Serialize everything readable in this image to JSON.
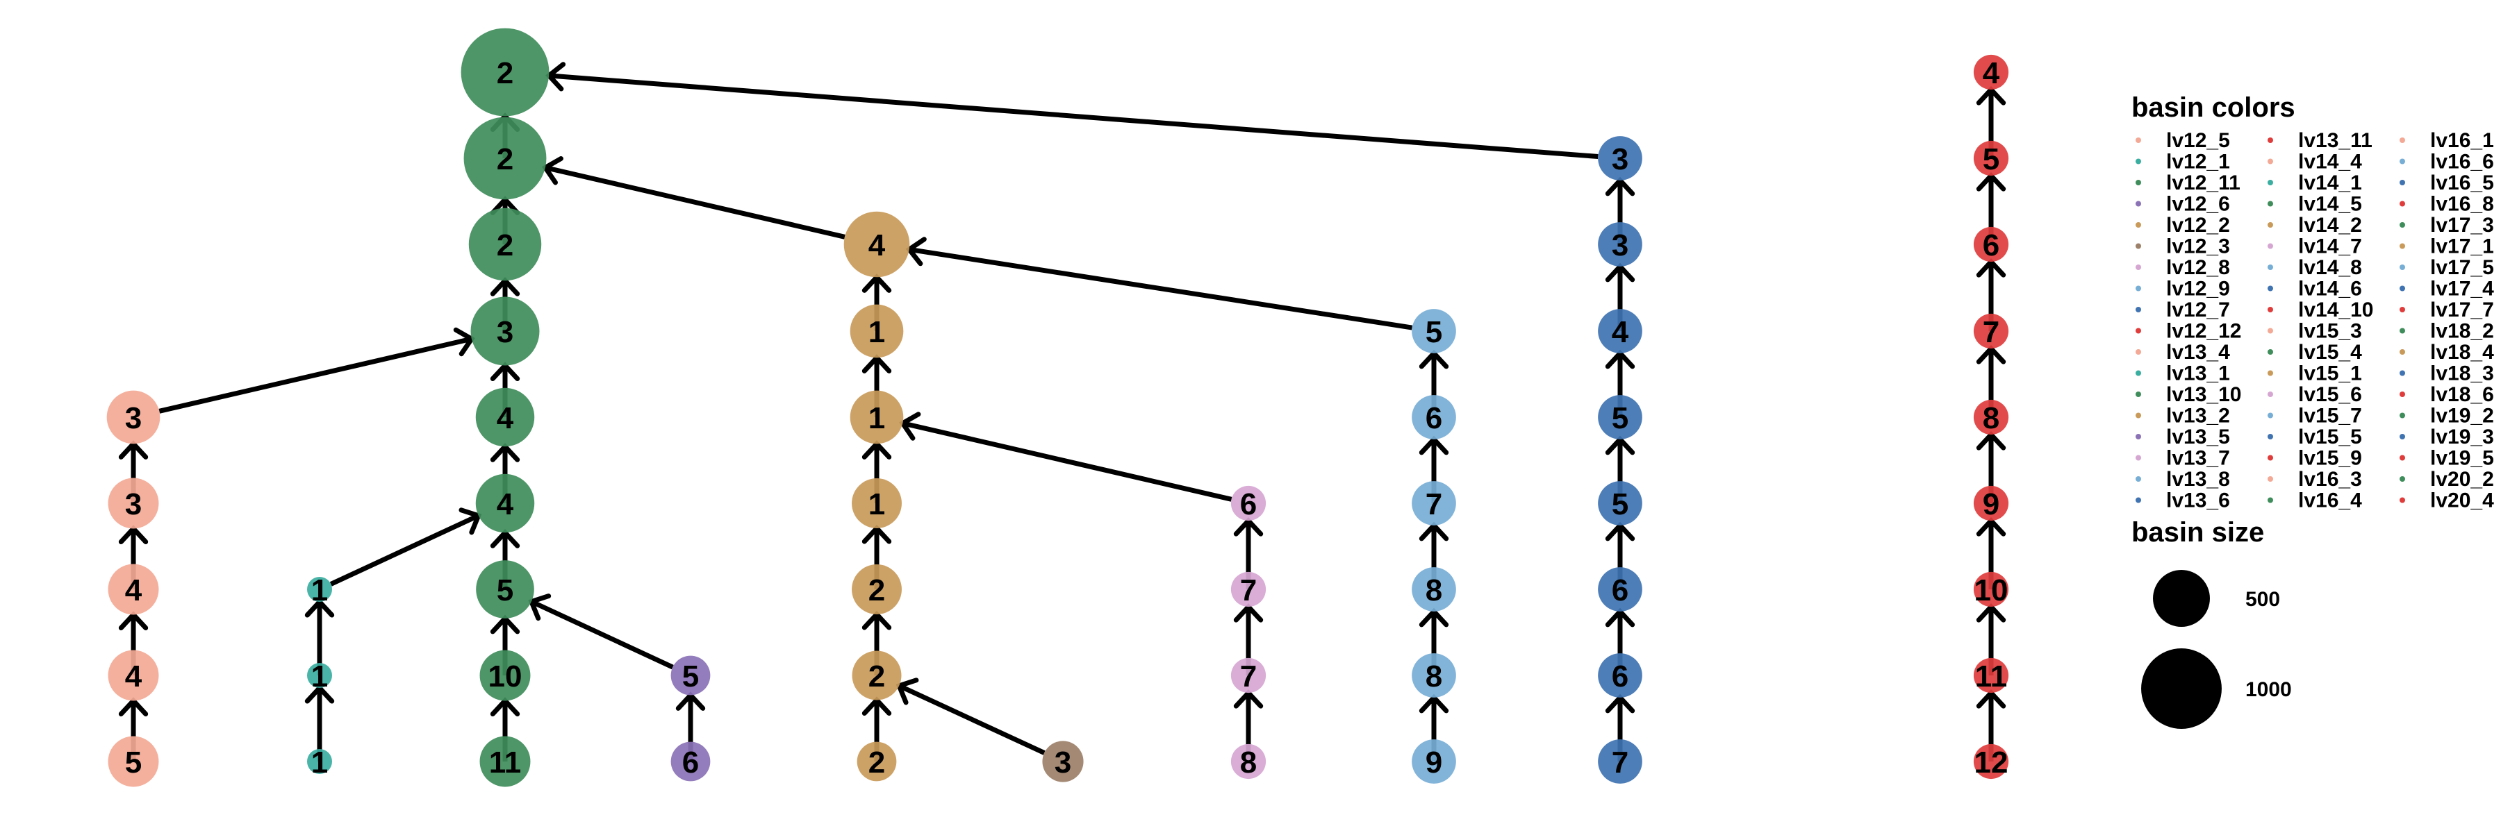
{
  "colors": {
    "green": "#3f8d5b",
    "teal": "#3aaea0",
    "salmon": "#f3a995",
    "purple": "#8b72b6",
    "tan": "#c99a5a",
    "brown": "#9c8069",
    "pink": "#d6a6d2",
    "lightblue": "#77aed6",
    "blue": "#3f73b1",
    "red": "#e03c3c"
  },
  "nodes": [
    {
      "id": "g1",
      "label": "2",
      "color": "green",
      "size": 1150
    },
    {
      "id": "g2",
      "label": "2",
      "color": "green",
      "size": 1010
    },
    {
      "id": "g3",
      "label": "2",
      "color": "green",
      "size": 780
    },
    {
      "id": "g4",
      "label": "3",
      "color": "green",
      "size": 700
    },
    {
      "id": "g5",
      "label": "4",
      "color": "green",
      "size": 510
    },
    {
      "id": "g6",
      "label": "4",
      "color": "green",
      "size": 510
    },
    {
      "id": "g7",
      "label": "5",
      "color": "green",
      "size": 500
    },
    {
      "id": "g8",
      "label": "10",
      "color": "green",
      "size": 380
    },
    {
      "id": "g9",
      "label": "11",
      "color": "green",
      "size": 380
    },
    {
      "id": "s1",
      "label": "3",
      "color": "salmon",
      "size": 420
    },
    {
      "id": "s2",
      "label": "3",
      "color": "salmon",
      "size": 380
    },
    {
      "id": "s3",
      "label": "4",
      "color": "salmon",
      "size": 380
    },
    {
      "id": "s4",
      "label": "4",
      "color": "salmon",
      "size": 380
    },
    {
      "id": "s5",
      "label": "5",
      "color": "salmon",
      "size": 380
    },
    {
      "id": "t1",
      "label": "1",
      "color": "teal",
      "size": 70
    },
    {
      "id": "t2",
      "label": "1",
      "color": "teal",
      "size": 70
    },
    {
      "id": "t3",
      "label": "1",
      "color": "teal",
      "size": 70
    },
    {
      "id": "p1",
      "label": "5",
      "color": "purple",
      "size": 230
    },
    {
      "id": "p2",
      "label": "6",
      "color": "purple",
      "size": 230
    },
    {
      "id": "a1",
      "label": "4",
      "color": "tan",
      "size": 640
    },
    {
      "id": "a2",
      "label": "1",
      "color": "tan",
      "size": 420
    },
    {
      "id": "a3",
      "label": "1",
      "color": "tan",
      "size": 420
    },
    {
      "id": "a4",
      "label": "1",
      "color": "tan",
      "size": 370
    },
    {
      "id": "a5",
      "label": "2",
      "color": "tan",
      "size": 370
    },
    {
      "id": "a6",
      "label": "2",
      "color": "tan",
      "size": 360
    },
    {
      "id": "a7",
      "label": "2",
      "color": "tan",
      "size": 230
    },
    {
      "id": "b1",
      "label": "3",
      "color": "brown",
      "size": 250
    },
    {
      "id": "k1",
      "label": "6",
      "color": "pink",
      "size": 180
    },
    {
      "id": "k2",
      "label": "7",
      "color": "pink",
      "size": 180
    },
    {
      "id": "k3",
      "label": "7",
      "color": "pink",
      "size": 180
    },
    {
      "id": "k4",
      "label": "8",
      "color": "pink",
      "size": 180
    },
    {
      "id": "l1",
      "label": "5",
      "color": "lightblue",
      "size": 290
    },
    {
      "id": "l2",
      "label": "6",
      "color": "lightblue",
      "size": 290
    },
    {
      "id": "l3",
      "label": "7",
      "color": "lightblue",
      "size": 290
    },
    {
      "id": "l4",
      "label": "8",
      "color": "lightblue",
      "size": 290
    },
    {
      "id": "l5",
      "label": "8",
      "color": "lightblue",
      "size": 290
    },
    {
      "id": "l6",
      "label": "9",
      "color": "lightblue",
      "size": 290
    },
    {
      "id": "d1",
      "label": "3",
      "color": "blue",
      "size": 290
    },
    {
      "id": "d2",
      "label": "3",
      "color": "blue",
      "size": 290
    },
    {
      "id": "d3",
      "label": "4",
      "color": "blue",
      "size": 290
    },
    {
      "id": "d4",
      "label": "5",
      "color": "blue",
      "size": 290
    },
    {
      "id": "d5",
      "label": "5",
      "color": "blue",
      "size": 290
    },
    {
      "id": "d6",
      "label": "6",
      "color": "blue",
      "size": 290
    },
    {
      "id": "d7",
      "label": "6",
      "color": "blue",
      "size": 290
    },
    {
      "id": "d8",
      "label": "7",
      "color": "blue",
      "size": 290
    },
    {
      "id": "r1",
      "label": "4",
      "color": "red",
      "size": 180
    },
    {
      "id": "r2",
      "label": "5",
      "color": "red",
      "size": 180
    },
    {
      "id": "r3",
      "label": "6",
      "color": "red",
      "size": 180
    },
    {
      "id": "r4",
      "label": "7",
      "color": "red",
      "size": 180
    },
    {
      "id": "r5",
      "label": "8",
      "color": "red",
      "size": 180
    },
    {
      "id": "r6",
      "label": "9",
      "color": "red",
      "size": 180
    },
    {
      "id": "r7",
      "label": "10",
      "color": "red",
      "size": 180
    },
    {
      "id": "r8",
      "label": "11",
      "color": "red",
      "size": 180
    },
    {
      "id": "r9",
      "label": "12",
      "color": "red",
      "size": 180
    }
  ],
  "edges": [
    [
      "g2",
      "g1"
    ],
    [
      "g3",
      "g2"
    ],
    [
      "g4",
      "g3"
    ],
    [
      "g5",
      "g4"
    ],
    [
      "g6",
      "g5"
    ],
    [
      "g7",
      "g6"
    ],
    [
      "g8",
      "g7"
    ],
    [
      "g9",
      "g8"
    ],
    [
      "s1",
      "g4"
    ],
    [
      "s2",
      "s1"
    ],
    [
      "s3",
      "s2"
    ],
    [
      "s4",
      "s3"
    ],
    [
      "s5",
      "s4"
    ],
    [
      "t1",
      "g6"
    ],
    [
      "t2",
      "t1"
    ],
    [
      "t3",
      "t2"
    ],
    [
      "p1",
      "g7"
    ],
    [
      "p2",
      "p1"
    ],
    [
      "a1",
      "g2"
    ],
    [
      "a2",
      "a1"
    ],
    [
      "a3",
      "a2"
    ],
    [
      "a4",
      "a3"
    ],
    [
      "a5",
      "a4"
    ],
    [
      "a6",
      "a5"
    ],
    [
      "a7",
      "a6"
    ],
    [
      "b1",
      "a6"
    ],
    [
      "k1",
      "a3"
    ],
    [
      "k2",
      "k1"
    ],
    [
      "k3",
      "k2"
    ],
    [
      "k4",
      "k3"
    ],
    [
      "l1",
      "a1"
    ],
    [
      "l2",
      "l1"
    ],
    [
      "l3",
      "l2"
    ],
    [
      "l4",
      "l3"
    ],
    [
      "l5",
      "l4"
    ],
    [
      "l6",
      "l5"
    ],
    [
      "d1",
      "g1"
    ],
    [
      "d2",
      "d1"
    ],
    [
      "d3",
      "d2"
    ],
    [
      "d4",
      "d3"
    ],
    [
      "d5",
      "d4"
    ],
    [
      "d6",
      "d5"
    ],
    [
      "d7",
      "d6"
    ],
    [
      "d8",
      "d7"
    ],
    [
      "r2",
      "r1"
    ],
    [
      "r3",
      "r2"
    ],
    [
      "r4",
      "r3"
    ],
    [
      "r5",
      "r4"
    ],
    [
      "r6",
      "r5"
    ],
    [
      "r7",
      "r6"
    ],
    [
      "r8",
      "r7"
    ],
    [
      "r9",
      "r8"
    ]
  ],
  "legend": {
    "colors_title": "basin colors",
    "size_title": "basin size",
    "items": [
      {
        "label": "lv12_5",
        "color": "#f3a995"
      },
      {
        "label": "lv12_1",
        "color": "#3aaea0"
      },
      {
        "label": "lv12_11",
        "color": "#3f8d5b"
      },
      {
        "label": "lv12_6",
        "color": "#8b72b6"
      },
      {
        "label": "lv12_2",
        "color": "#c99a5a"
      },
      {
        "label": "lv12_3",
        "color": "#9c8069"
      },
      {
        "label": "lv12_8",
        "color": "#d6a6d2"
      },
      {
        "label": "lv12_9",
        "color": "#77aed6"
      },
      {
        "label": "lv12_7",
        "color": "#3f73b1"
      },
      {
        "label": "lv12_12",
        "color": "#e03c3c"
      },
      {
        "label": "lv13_4",
        "color": "#f3a995"
      },
      {
        "label": "lv13_1",
        "color": "#3aaea0"
      },
      {
        "label": "lv13_10",
        "color": "#3f8d5b"
      },
      {
        "label": "lv13_2",
        "color": "#c99a5a"
      },
      {
        "label": "lv13_5",
        "color": "#8b72b6"
      },
      {
        "label": "lv13_7",
        "color": "#d6a6d2"
      },
      {
        "label": "lv13_8",
        "color": "#77aed6"
      },
      {
        "label": "lv13_6",
        "color": "#3f73b1"
      },
      {
        "label": "lv13_11",
        "color": "#e03c3c"
      },
      {
        "label": "lv14_4",
        "color": "#f3a995"
      },
      {
        "label": "lv14_1",
        "color": "#3aaea0"
      },
      {
        "label": "lv14_5",
        "color": "#3f8d5b"
      },
      {
        "label": "lv14_2",
        "color": "#c99a5a"
      },
      {
        "label": "lv14_7",
        "color": "#d6a6d2"
      },
      {
        "label": "lv14_8",
        "color": "#77aed6"
      },
      {
        "label": "lv14_6",
        "color": "#3f73b1"
      },
      {
        "label": "lv14_10",
        "color": "#e03c3c"
      },
      {
        "label": "lv15_3",
        "color": "#f3a995"
      },
      {
        "label": "lv15_4",
        "color": "#3f8d5b"
      },
      {
        "label": "lv15_1",
        "color": "#c99a5a"
      },
      {
        "label": "lv15_6",
        "color": "#d6a6d2"
      },
      {
        "label": "lv15_7",
        "color": "#77aed6"
      },
      {
        "label": "lv15_5",
        "color": "#3f73b1"
      },
      {
        "label": "lv15_9",
        "color": "#e03c3c"
      },
      {
        "label": "lv16_3",
        "color": "#f3a995"
      },
      {
        "label": "lv16_4",
        "color": "#3f8d5b"
      },
      {
        "label": "lv16_1",
        "color": "#f3a995"
      },
      {
        "label": "lv16_6",
        "color": "#77aed6"
      },
      {
        "label": "lv16_5",
        "color": "#3f73b1"
      },
      {
        "label": "lv16_8",
        "color": "#e03c3c"
      },
      {
        "label": "lv17_3",
        "color": "#3f8d5b"
      },
      {
        "label": "lv17_1",
        "color": "#c99a5a"
      },
      {
        "label": "lv17_5",
        "color": "#77aed6"
      },
      {
        "label": "lv17_4",
        "color": "#3f73b1"
      },
      {
        "label": "lv17_7",
        "color": "#e03c3c"
      },
      {
        "label": "lv18_2",
        "color": "#3f8d5b"
      },
      {
        "label": "lv18_4",
        "color": "#c99a5a"
      },
      {
        "label": "lv18_3",
        "color": "#3f73b1"
      },
      {
        "label": "lv18_6",
        "color": "#e03c3c"
      },
      {
        "label": "lv19_2",
        "color": "#3f8d5b"
      },
      {
        "label": "lv19_3",
        "color": "#3f73b1"
      },
      {
        "label": "lv19_5",
        "color": "#e03c3c"
      },
      {
        "label": "lv20_2",
        "color": "#3f8d5b"
      },
      {
        "label": "lv20_4",
        "color": "#e03c3c"
      }
    ],
    "sizes": [
      {
        "label": "500",
        "value": 500
      },
      {
        "label": "1000",
        "value": 1000
      }
    ]
  }
}
